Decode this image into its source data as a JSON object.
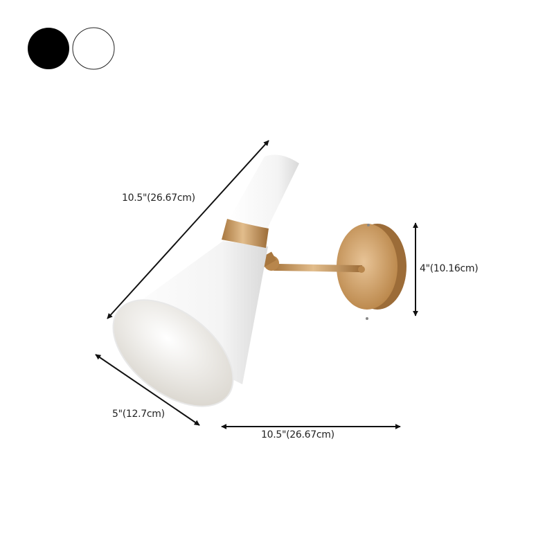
{
  "color_swatches": [
    {
      "name": "black",
      "color": "#000000"
    },
    {
      "name": "white",
      "color": "#ffffff"
    }
  ],
  "dimensions": {
    "shade_length": "10.5\"(26.67cm)",
    "backplate_height": "4\"(10.16cm)",
    "shade_diameter": "5\"(12.7cm)",
    "projection": "10.5\"(26.67cm)"
  },
  "colors": {
    "shade": "#f7f7f7",
    "brass": "#c99a62",
    "arrow": "#111111"
  }
}
